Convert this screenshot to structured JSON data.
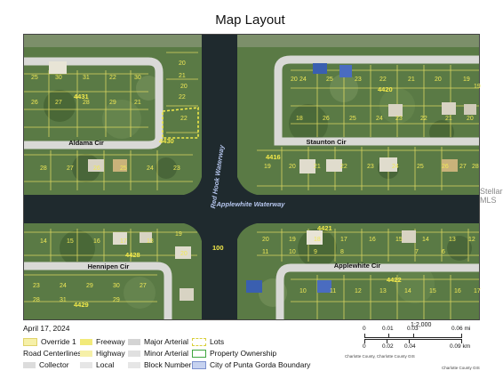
{
  "title": "Map Layout",
  "map": {
    "waterways": {
      "red_hook": "Red Hook Waterway",
      "applewhite": "Applewhite Waterway"
    },
    "streets": {
      "aldama": "Aldama Cir",
      "staunton": "Staunton Cir",
      "hennipen": "Hennipen Cir",
      "applewhite": "Applewhite Cir"
    },
    "blocks": {
      "b4431": "4431",
      "b4430": "4430",
      "b4420": "4420",
      "b4416": "4416",
      "b4428": "4428",
      "b4429": "4429",
      "b4421": "4421",
      "b4422": "4422",
      "b100": "100"
    },
    "lots": {
      "lots_upper_left": [
        "25",
        "30",
        "31",
        "22",
        "30",
        "26",
        "27",
        "28",
        "29",
        "21",
        "20",
        "22"
      ],
      "lots_upper_middle": [
        "20",
        "21",
        "22"
      ],
      "lots_upper_right": [
        "20",
        "24",
        "25",
        "23",
        "22",
        "21",
        "20",
        "19",
        "18",
        "26",
        "25",
        "24",
        "23",
        "22",
        "21",
        "20",
        "19"
      ],
      "lots_mid_left": [
        "28",
        "27",
        "26",
        "25",
        "24",
        "23"
      ],
      "lots_mid_right": [
        "19",
        "20",
        "21",
        "22",
        "23",
        "24",
        "25",
        "26",
        "27",
        "28"
      ],
      "lots_lower_left": [
        "14",
        "15",
        "16",
        "17",
        "18",
        "19",
        "20",
        "23",
        "24",
        "29",
        "30",
        "27",
        "28",
        "31",
        "29"
      ],
      "lots_lower_right": [
        "20",
        "19",
        "18",
        "17",
        "16",
        "15",
        "14",
        "13",
        "12",
        "11",
        "10",
        "9",
        "8",
        "7",
        "6",
        "10",
        "11",
        "12",
        "13",
        "14",
        "15",
        "16",
        "17"
      ]
    },
    "watermark": "Stellar MLS"
  },
  "legend": {
    "date": "April 17, 2024",
    "items": {
      "override": "Override 1",
      "road_centerlines": "Road Centerlines",
      "collector": "Collector",
      "freeway": "Freeway",
      "highway": "Highway",
      "local": "Local",
      "major_arterial": "Major Arterial",
      "minor_arterial": "Minor Arterial",
      "block_number": "Block Number",
      "lots": "Lots",
      "property_ownership": "Property Ownership",
      "city_boundary": "City of Punta Gorda Boundary"
    },
    "colors": {
      "override": "#f6f0a8",
      "freeway": "#f2ea7a",
      "highway": "#f6f0a8",
      "collector": "#d9d9d9",
      "local": "#e6e6e6",
      "major_arterial": "#d4d4d4",
      "minor_arterial": "#e0e0e0",
      "block_number": "#e6e6e6",
      "lots": "#e8e27a",
      "property_ownership": "#3fa63f",
      "city_boundary": "#9fb3e0"
    }
  },
  "scale": {
    "ratio": "1:2,000",
    "mi_ticks": [
      "0",
      "0.01",
      "0.03",
      "0.06 mi"
    ],
    "km_ticks": [
      "0",
      "0.02",
      "0.04",
      "0.09 km"
    ],
    "credit_left": "Charlotte County, Charlotte County GIS",
    "credit_right": "Charlotte County GIS"
  }
}
